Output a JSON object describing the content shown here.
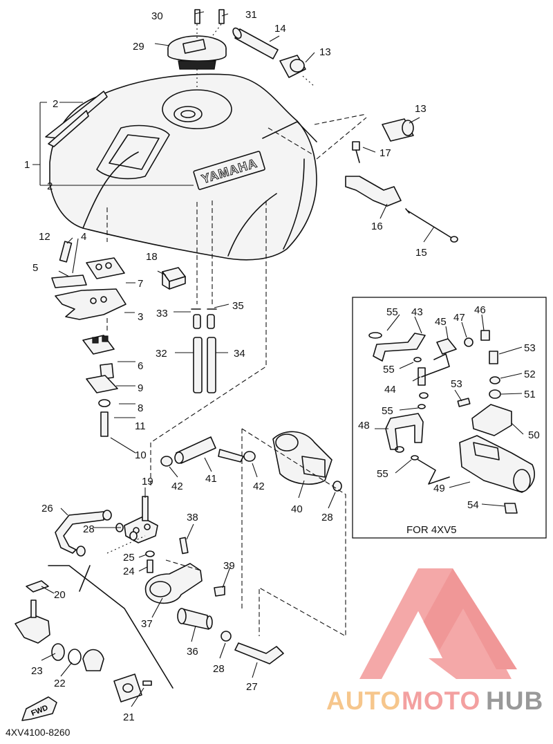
{
  "diagram": {
    "drawing_code": "4XV4100-8260",
    "tank_lettering": "YAMAHA",
    "fwd_label": "FWD",
    "inset_label": "FOR 4XV5",
    "callouts": [
      {
        "id": "c1",
        "text": "1"
      },
      {
        "id": "c2a",
        "text": "2"
      },
      {
        "id": "c2b",
        "text": "2"
      },
      {
        "id": "c3",
        "text": "3"
      },
      {
        "id": "c4",
        "text": "4"
      },
      {
        "id": "c5",
        "text": "5"
      },
      {
        "id": "c6",
        "text": "6"
      },
      {
        "id": "c7",
        "text": "7"
      },
      {
        "id": "c8",
        "text": "8"
      },
      {
        "id": "c9",
        "text": "9"
      },
      {
        "id": "c10",
        "text": "10"
      },
      {
        "id": "c11",
        "text": "11"
      },
      {
        "id": "c12",
        "text": "12"
      },
      {
        "id": "c13a",
        "text": "13"
      },
      {
        "id": "c13b",
        "text": "13"
      },
      {
        "id": "c14",
        "text": "14"
      },
      {
        "id": "c15",
        "text": "15"
      },
      {
        "id": "c16",
        "text": "16"
      },
      {
        "id": "c17",
        "text": "17"
      },
      {
        "id": "c18",
        "text": "18"
      },
      {
        "id": "c19",
        "text": "19"
      },
      {
        "id": "c20",
        "text": "20"
      },
      {
        "id": "c21",
        "text": "21"
      },
      {
        "id": "c22",
        "text": "22"
      },
      {
        "id": "c23",
        "text": "23"
      },
      {
        "id": "c24",
        "text": "24"
      },
      {
        "id": "c25",
        "text": "25"
      },
      {
        "id": "c26",
        "text": "26"
      },
      {
        "id": "c27",
        "text": "27"
      },
      {
        "id": "c28a",
        "text": "28"
      },
      {
        "id": "c28b",
        "text": "28"
      },
      {
        "id": "c28c",
        "text": "28"
      },
      {
        "id": "c29",
        "text": "29"
      },
      {
        "id": "c30",
        "text": "30"
      },
      {
        "id": "c31",
        "text": "31"
      },
      {
        "id": "c32",
        "text": "32"
      },
      {
        "id": "c33",
        "text": "33"
      },
      {
        "id": "c34",
        "text": "34"
      },
      {
        "id": "c35",
        "text": "35"
      },
      {
        "id": "c36",
        "text": "36"
      },
      {
        "id": "c37",
        "text": "37"
      },
      {
        "id": "c38",
        "text": "38"
      },
      {
        "id": "c39",
        "text": "39"
      },
      {
        "id": "c40",
        "text": "40"
      },
      {
        "id": "c41",
        "text": "41"
      },
      {
        "id": "c42a",
        "text": "42"
      },
      {
        "id": "c42b",
        "text": "42"
      },
      {
        "id": "c43",
        "text": "43"
      },
      {
        "id": "c44",
        "text": "44"
      },
      {
        "id": "c45",
        "text": "45"
      },
      {
        "id": "c46",
        "text": "46"
      },
      {
        "id": "c47",
        "text": "47"
      },
      {
        "id": "c48",
        "text": "48"
      },
      {
        "id": "c49",
        "text": "49"
      },
      {
        "id": "c50",
        "text": "50"
      },
      {
        "id": "c51",
        "text": "51"
      },
      {
        "id": "c52",
        "text": "52"
      },
      {
        "id": "c53a",
        "text": "53"
      },
      {
        "id": "c53b",
        "text": "53"
      },
      {
        "id": "c54",
        "text": "54"
      },
      {
        "id": "c55a",
        "text": "55"
      },
      {
        "id": "c55b",
        "text": "55"
      },
      {
        "id": "c55c",
        "text": "55"
      },
      {
        "id": "c55d",
        "text": "55"
      }
    ]
  },
  "watermark": {
    "part1": "AUTO",
    "part2": "MOTO",
    "part3": "HUB",
    "colors": {
      "auto": "#f7c98f",
      "moto": "#f4a3a3",
      "hub": "#9a9a9a",
      "triangle": "#f08c8c"
    }
  }
}
